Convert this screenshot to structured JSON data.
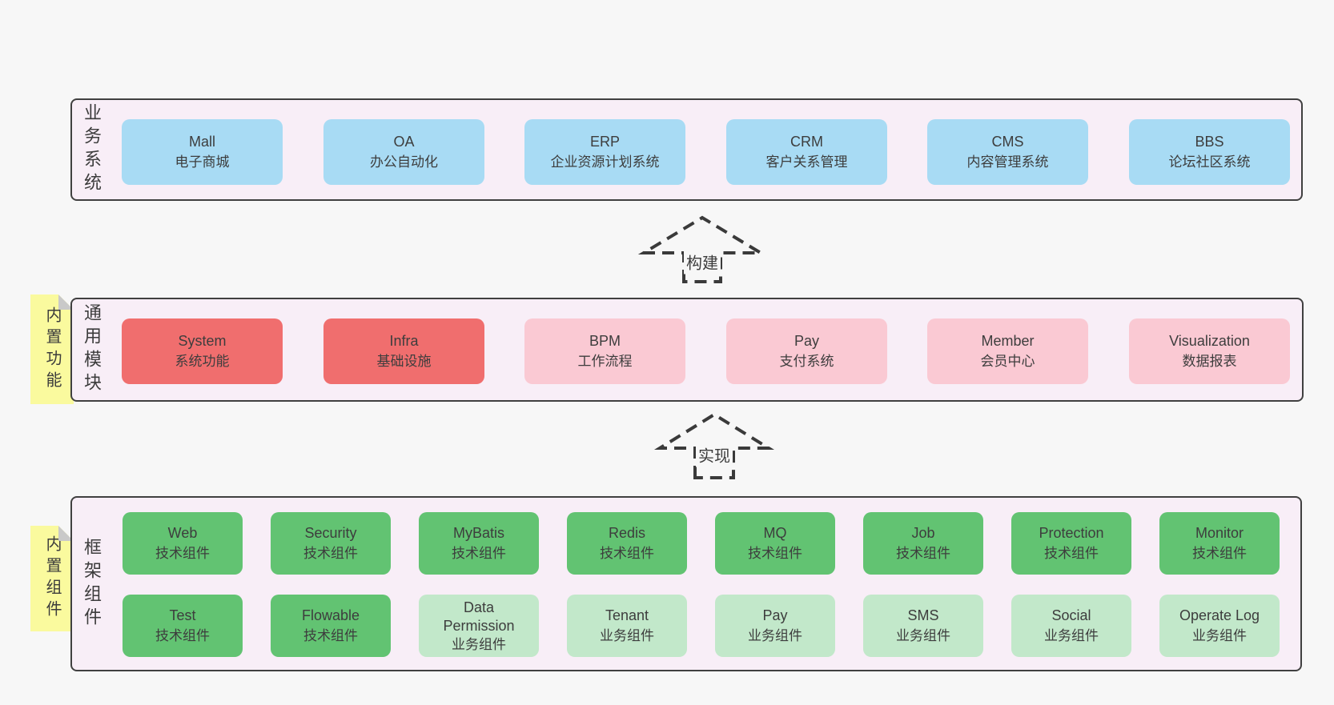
{
  "palette": {
    "page_bg": "#f7f7f7",
    "panel_bg": "#f8eef7",
    "panel_border": "#404040",
    "blue": "#a8dbf4",
    "red": "#f06e6e",
    "pink": "#fac9d3",
    "green": "#62c372",
    "light_green": "#c2e8ca",
    "tab_yellow": "#fafa9e",
    "text": "#3d3d3d"
  },
  "arrows": [
    {
      "label": "构建"
    },
    {
      "label": "实现"
    }
  ],
  "sections": [
    {
      "side_label": "业务系统",
      "boxes": [
        {
          "title": "Mall",
          "subtitle": "电子商城"
        },
        {
          "title": "OA",
          "subtitle": "办公自动化"
        },
        {
          "title": "ERP",
          "subtitle": "企业资源计划系统"
        },
        {
          "title": "CRM",
          "subtitle": "客户关系管理"
        },
        {
          "title": "CMS",
          "subtitle": "内容管理系统"
        },
        {
          "title": "BBS",
          "subtitle": "论坛社区系统"
        }
      ]
    },
    {
      "side_label": "通用模块",
      "tab_label": "内置功能",
      "boxes": [
        {
          "title": "System",
          "subtitle": "系统功能"
        },
        {
          "title": "Infra",
          "subtitle": "基础设施"
        },
        {
          "title": "BPM",
          "subtitle": "工作流程"
        },
        {
          "title": "Pay",
          "subtitle": "支付系统"
        },
        {
          "title": "Member",
          "subtitle": "会员中心"
        },
        {
          "title": "Visualization",
          "subtitle": "数据报表"
        }
      ]
    },
    {
      "side_label": "框架组件",
      "tab_label": "内置组件",
      "rows": [
        [
          {
            "title": "Web",
            "subtitle": "技术组件"
          },
          {
            "title": "Security",
            "subtitle": "技术组件"
          },
          {
            "title": "MyBatis",
            "subtitle": "技术组件"
          },
          {
            "title": "Redis",
            "subtitle": "技术组件"
          },
          {
            "title": "MQ",
            "subtitle": "技术组件"
          },
          {
            "title": "Job",
            "subtitle": "技术组件"
          },
          {
            "title": "Protection",
            "subtitle": "技术组件"
          },
          {
            "title": "Monitor",
            "subtitle": "技术组件"
          }
        ],
        [
          {
            "title": "Test",
            "subtitle": "技术组件"
          },
          {
            "title": "Flowable",
            "subtitle": "技术组件"
          },
          {
            "title": "Data\nPermission",
            "subtitle": "业务组件"
          },
          {
            "title": "Tenant",
            "subtitle": "业务组件"
          },
          {
            "title": "Pay",
            "subtitle": "业务组件"
          },
          {
            "title": "SMS",
            "subtitle": "业务组件"
          },
          {
            "title": "Social",
            "subtitle": "业务组件"
          },
          {
            "title": "Operate Log",
            "subtitle": "业务组件"
          }
        ]
      ]
    }
  ]
}
